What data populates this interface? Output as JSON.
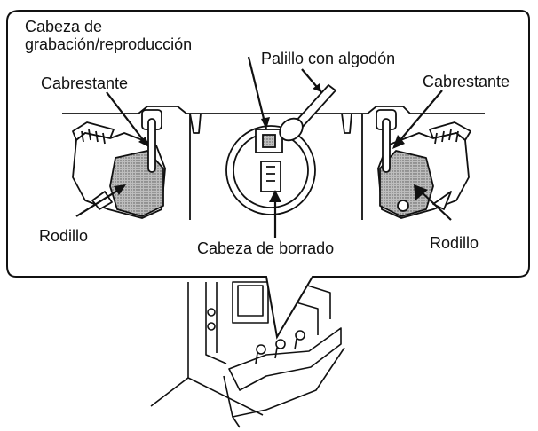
{
  "labels": {
    "head_line1": "Cabeza de",
    "head_line2": "grabación/reproducción",
    "swab": "Palillo con algodón",
    "capstan_left": "Cabrestante",
    "capstan_right": "Cabrestante",
    "roller_left": "Rodillo",
    "roller_right": "Rodillo",
    "erase_head": "Cabeza de borrado"
  }
}
